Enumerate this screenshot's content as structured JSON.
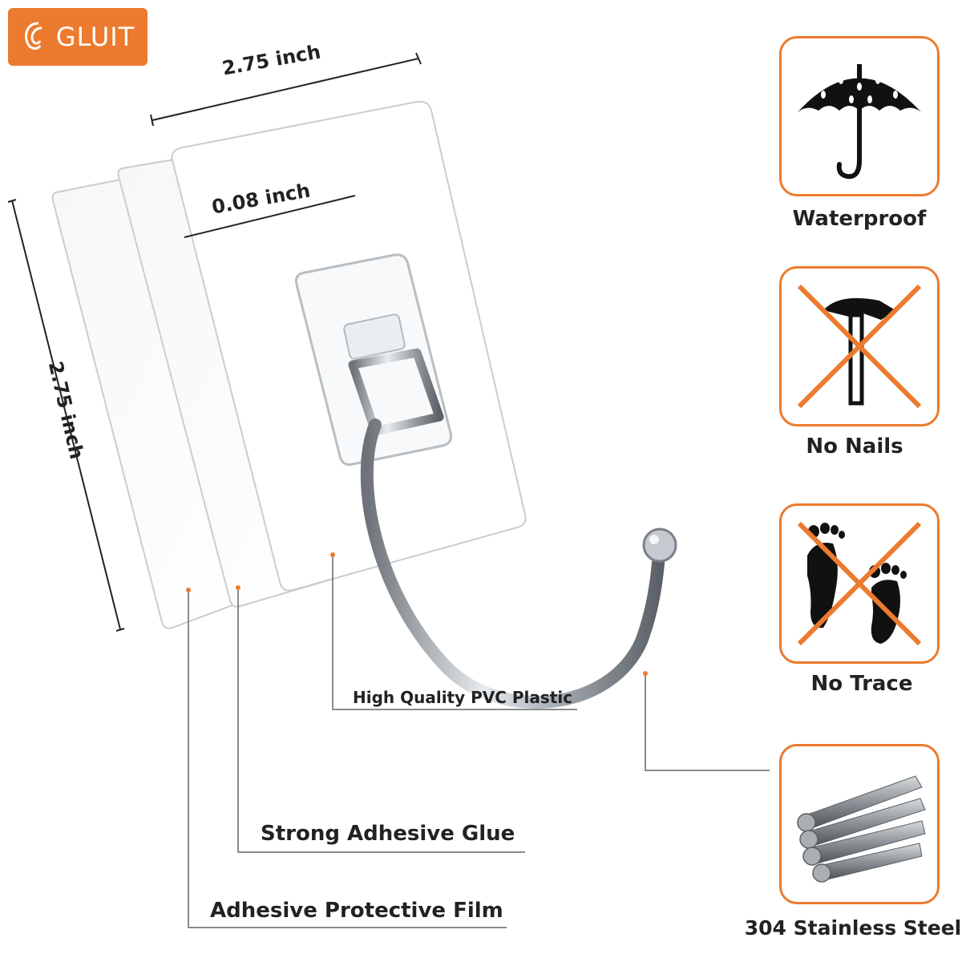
{
  "brand": {
    "name": "GLUIT",
    "color": "#ec7b2f"
  },
  "dimensions": {
    "width": "2.75 inch",
    "height": "2.75 inch",
    "thickness": "0.08 inch"
  },
  "callouts": {
    "pvc": "High Quality PVC Plastic",
    "glue": "Strong Adhesive Glue",
    "film": "Adhesive Protective Film"
  },
  "features": [
    {
      "label": "Waterproof",
      "icon": "umbrella-icon"
    },
    {
      "label": "No Nails",
      "icon": "crossed-hammer-icon"
    },
    {
      "label": "No Trace",
      "icon": "crossed-footprints-icon"
    },
    {
      "label": "304 Stainless Steel",
      "icon": "steel-rods-icon"
    }
  ],
  "colors": {
    "accent": "#ec7b2f",
    "text": "#222222"
  }
}
